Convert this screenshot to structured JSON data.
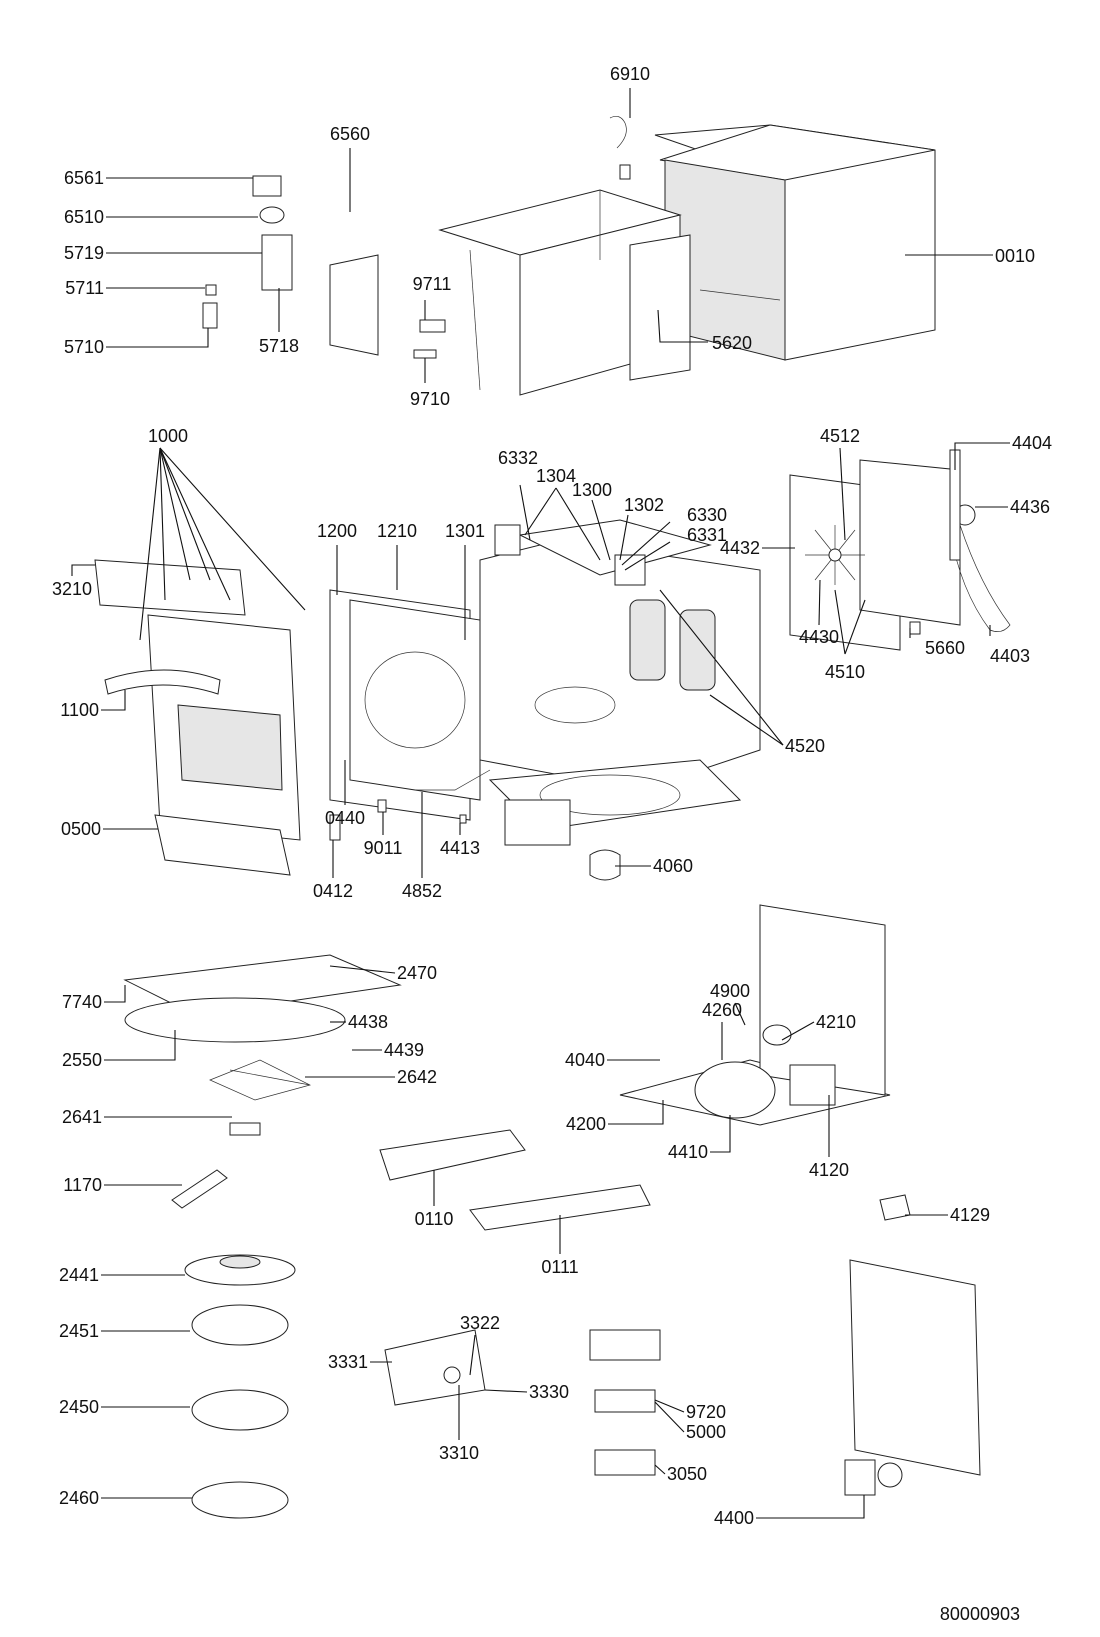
{
  "diagram": {
    "drawing_number": "80000903",
    "labels": [
      "6910",
      "6560",
      "6561",
      "6510",
      "5719",
      "5711",
      "5710",
      "5718",
      "9711",
      "9710",
      "5620",
      "0010",
      "1000",
      "6332",
      "1304",
      "1300",
      "1302",
      "6330",
      "6331",
      "4512",
      "4404",
      "4436",
      "3210",
      "1200",
      "1210",
      "1301",
      "4432",
      "4430",
      "5660",
      "4403",
      "4510",
      "1100",
      "0440",
      "4520",
      "0500",
      "9011",
      "4413",
      "0412",
      "4852",
      "4060",
      "2470",
      "7740",
      "4438",
      "2550",
      "4439",
      "2642",
      "2641",
      "1170",
      "0110",
      "0111",
      "4900",
      "4260",
      "4210",
      "4040",
      "4200",
      "4410",
      "4120",
      "4129",
      "2441",
      "2451",
      "2450",
      "2460",
      "3322",
      "3331",
      "3330",
      "3310",
      "9720",
      "5000",
      "3050",
      "4400"
    ]
  }
}
